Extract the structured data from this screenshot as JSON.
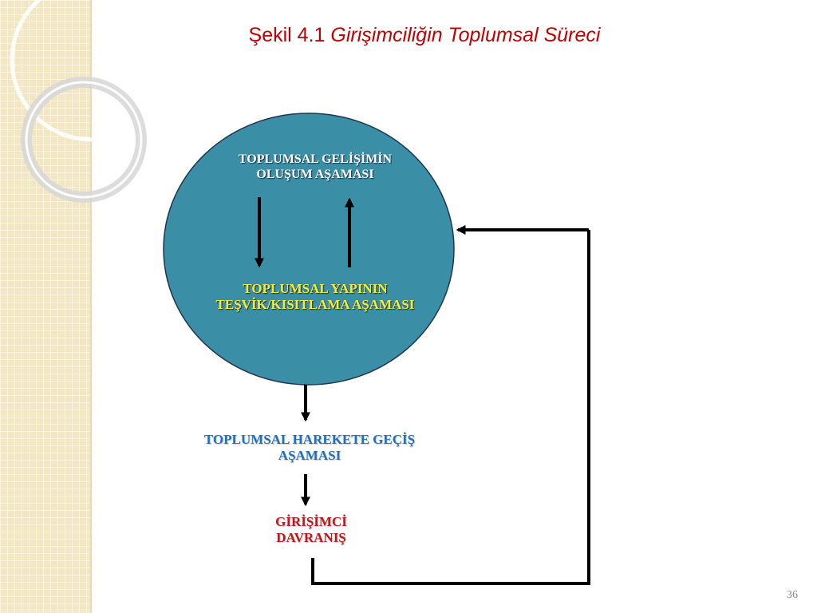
{
  "slide": {
    "title_prefix": "Şekil 4.1",
    "title_italic": "Girişimciliğin Toplumsal Süreci",
    "page_number": "36"
  },
  "diagram": {
    "circle_top_label": "TOPLUMSAL GELİŞİMİN OLUŞUM AŞAMASI",
    "circle_bottom_label": "TOPLUMSAL YAPININ TEŞVİK/KISITLAMA AŞAMASI",
    "stage_social_action": "TOPLUMSAL HAREKETE GEÇİŞ AŞAMASI",
    "stage_entrepreneur": "GİRİŞİMCİ DAVRANIŞ"
  },
  "colors": {
    "title": "#c00000",
    "circle_fill": "#3a8fa6",
    "circle_label": "#ffffff",
    "circle_inner_label": "#f6ec36",
    "stage_blue": "#1f6fc0",
    "stage_red": "#c01818",
    "arrows": "#000000",
    "sidebar": "#f3e7c3"
  }
}
